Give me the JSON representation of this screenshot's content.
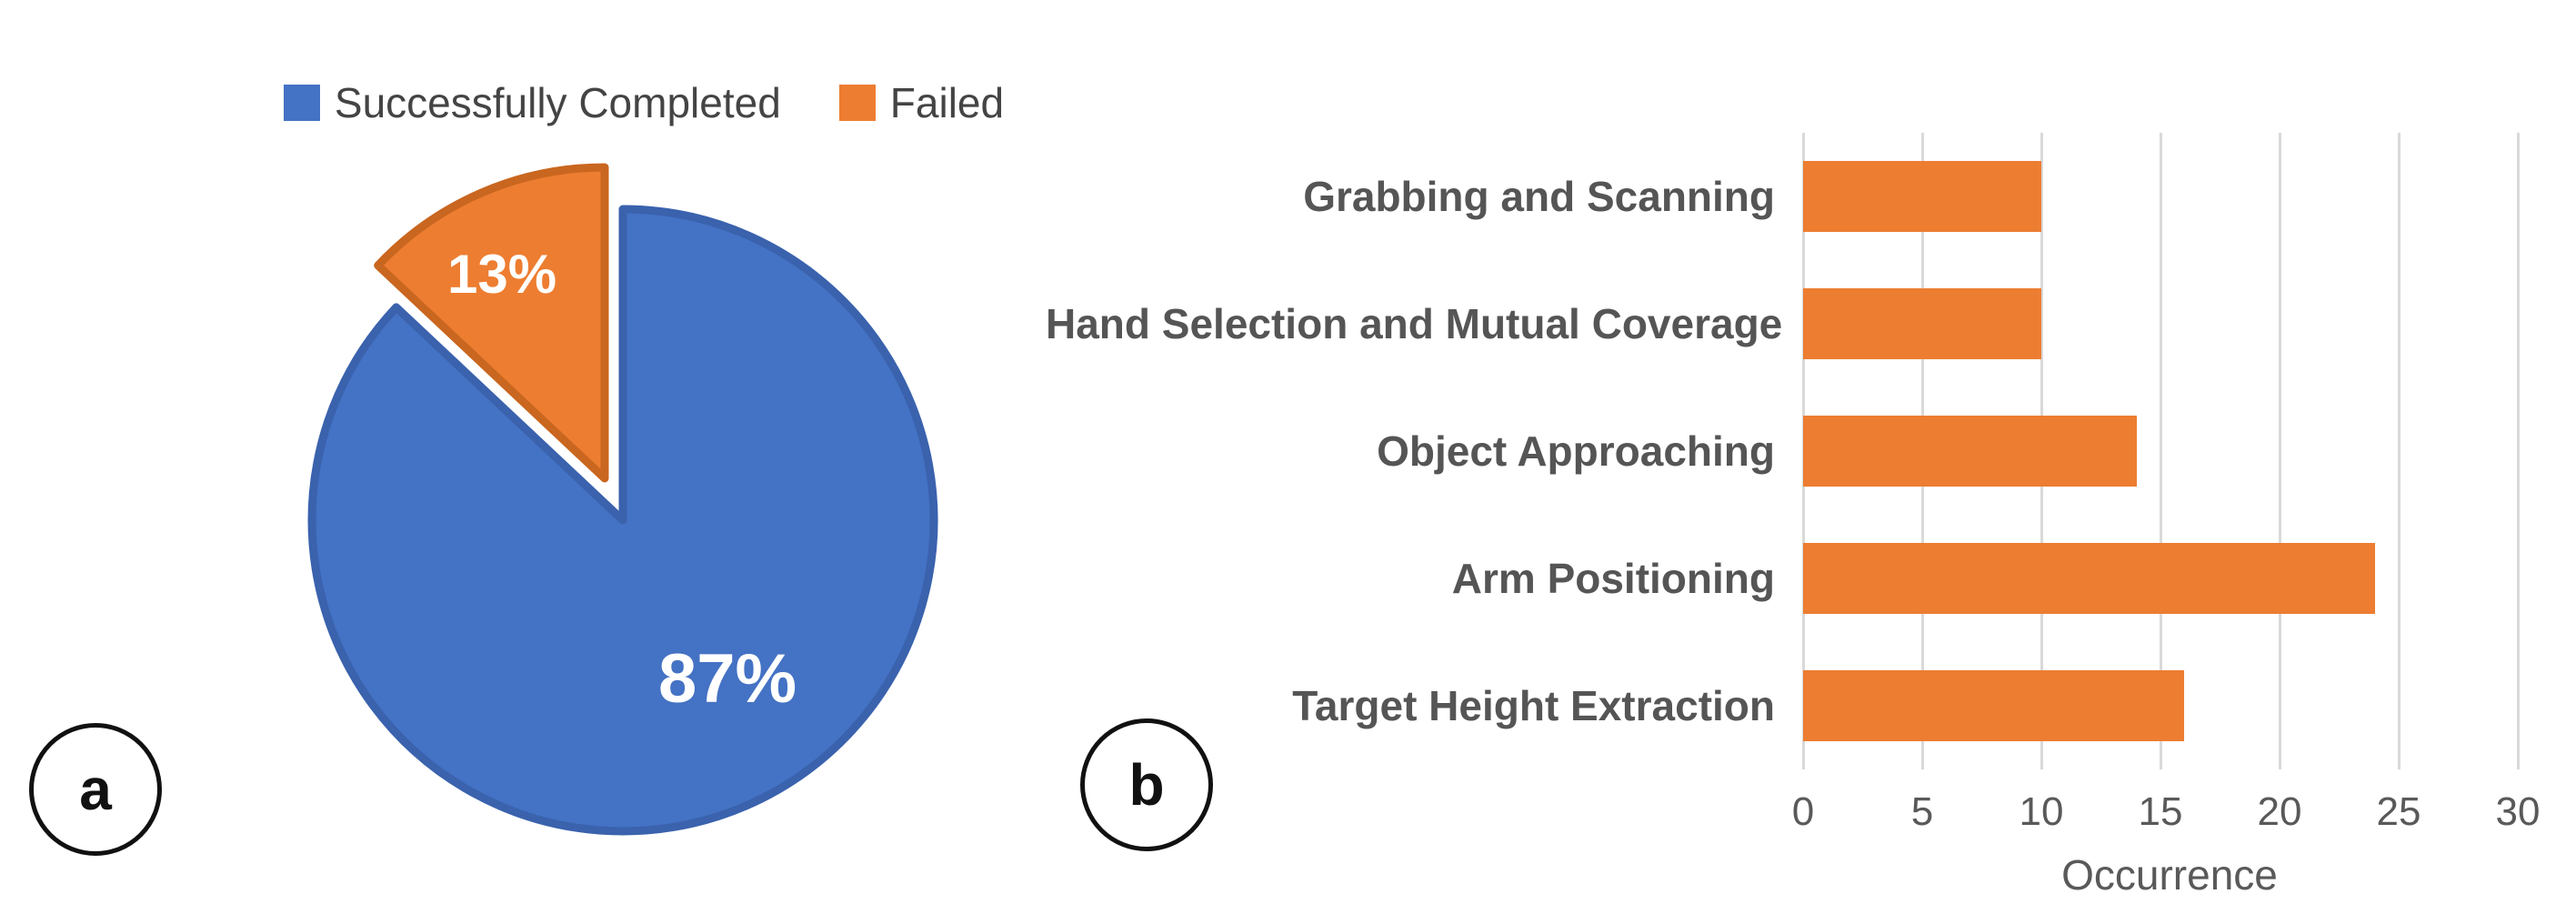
{
  "panel_a": {
    "tag": "a"
  },
  "panel_b": {
    "tag": "b"
  },
  "colors": {
    "blue": "#4472C4",
    "blue_border": "#3A62AD",
    "orange": "#ED7D31",
    "orange_border": "#C9661F",
    "gridline": "#D9D9D9",
    "category_text": "#555555",
    "tick_text": "#595959",
    "legend_text": "#444444"
  },
  "chart_data": [
    {
      "type": "pie",
      "panel_tag": "a",
      "labels": [
        "Successfully Completed",
        "Failed"
      ],
      "values": [
        87,
        13
      ],
      "data_labels": [
        "87%",
        "13%"
      ],
      "colors": [
        "#4472C4",
        "#ED7D31"
      ],
      "legend_position": "top",
      "exploded_slice": "Failed"
    },
    {
      "type": "bar",
      "panel_tag": "b",
      "orientation": "horizontal",
      "categories": [
        "Grabbing and Scanning",
        "Hand Selection and Mutual Coverage",
        "Object Approaching",
        "Arm Positioning",
        "Target Height Extraction"
      ],
      "values": [
        10,
        10,
        14,
        24,
        16
      ],
      "bar_color": "#ED7D31",
      "xlabel": "Occurrence",
      "xlim": [
        0,
        30
      ],
      "xticks": [
        0,
        5,
        10,
        15,
        20,
        25,
        30
      ],
      "grid": "vertical"
    }
  ]
}
